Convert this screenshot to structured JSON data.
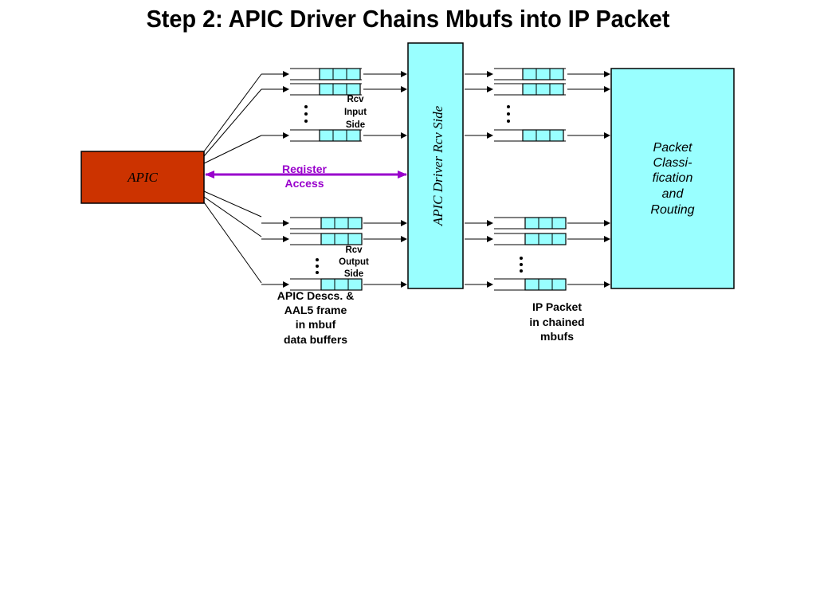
{
  "title": "Step 2: APIC Driver Chains Mbufs into IP Packet",
  "apic_label": "APIC",
  "register_access": [
    "Register",
    "Access"
  ],
  "driver_label": "APIC Driver Rcv Side",
  "classifier_label": [
    "Packet",
    "Classi-",
    "fication",
    "and",
    "Routing"
  ],
  "rcv_input_label": [
    "Rcv",
    "Input",
    "Side"
  ],
  "rcv_output_label": [
    "Rcv",
    "Output",
    "Side"
  ],
  "left_caption": [
    "APIC Descs. &",
    "AAL5 frame",
    "in mbuf",
    "data buffers"
  ],
  "right_caption": [
    "IP Packet",
    "in chained",
    "mbufs"
  ],
  "colors": {
    "apic_fill": "#cc3300",
    "cyan": "#99ffff",
    "purple": "#9900cc"
  }
}
